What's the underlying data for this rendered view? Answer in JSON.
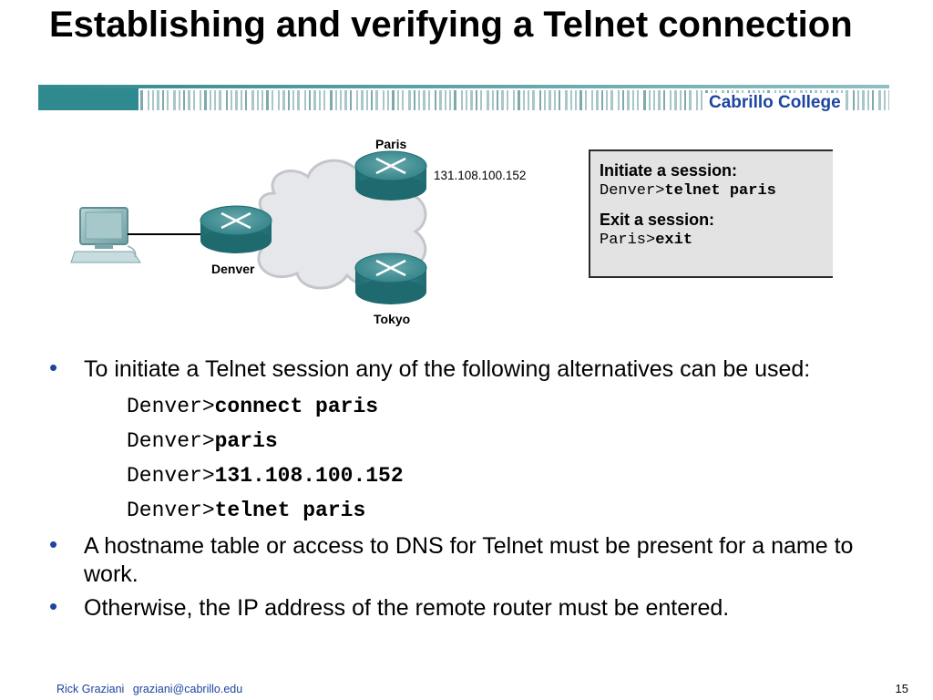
{
  "slide": {
    "title": "Establishing and verifying a Telnet connection",
    "brand": "Cabrillo College",
    "colors": {
      "brand_blue": "#1c45a0",
      "bar_teal": "#2f8a8f",
      "router_teal": "#2f8287",
      "cloud": "#e6e7ea"
    }
  },
  "diagram": {
    "routers": {
      "paris": "Paris",
      "denver": "Denver",
      "tokyo": "Tokyo"
    },
    "paris_ip": "131.108.100.152",
    "icons": {
      "pc": "desktop-computer-icon",
      "router": "router-icon",
      "cloud": "network-cloud-icon"
    }
  },
  "command_box": {
    "initiate_heading": "Initiate a session:",
    "initiate_prompt": "Denver>",
    "initiate_cmd": "telnet paris",
    "exit_heading": "Exit a session:",
    "exit_prompt": "Paris>",
    "exit_cmd": "exit"
  },
  "bullets": {
    "b1": "To initiate a Telnet session any of the following alternatives can be used:",
    "commands": [
      {
        "prompt": "Denver>",
        "cmd": "connect paris"
      },
      {
        "prompt": "Denver>",
        "cmd": "paris"
      },
      {
        "prompt": "Denver>",
        "cmd": "131.108.100.152"
      },
      {
        "prompt": "Denver>",
        "cmd": "telnet paris"
      }
    ],
    "b2": "A hostname table or access to DNS for Telnet must be present for a name to work.",
    "b3": "Otherwise, the IP address of the remote router must be entered."
  },
  "footer": {
    "author": "Rick Graziani",
    "email": "graziani@cabrillo.edu",
    "page": "15"
  }
}
